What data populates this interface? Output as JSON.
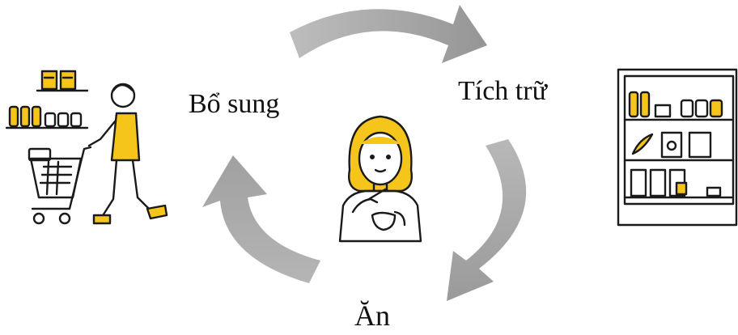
{
  "cycle": {
    "steps": [
      {
        "label": "Bổ sung"
      },
      {
        "label": "Tích trữ"
      },
      {
        "label": "Ăn"
      }
    ]
  },
  "colors": {
    "accent": "#f6c51c",
    "arrow": "#a8a8a8",
    "line": "#1a1a1a"
  },
  "icons": [
    "shopper-with-cart-icon",
    "woman-eating-icon",
    "pantry-shelf-icon"
  ]
}
